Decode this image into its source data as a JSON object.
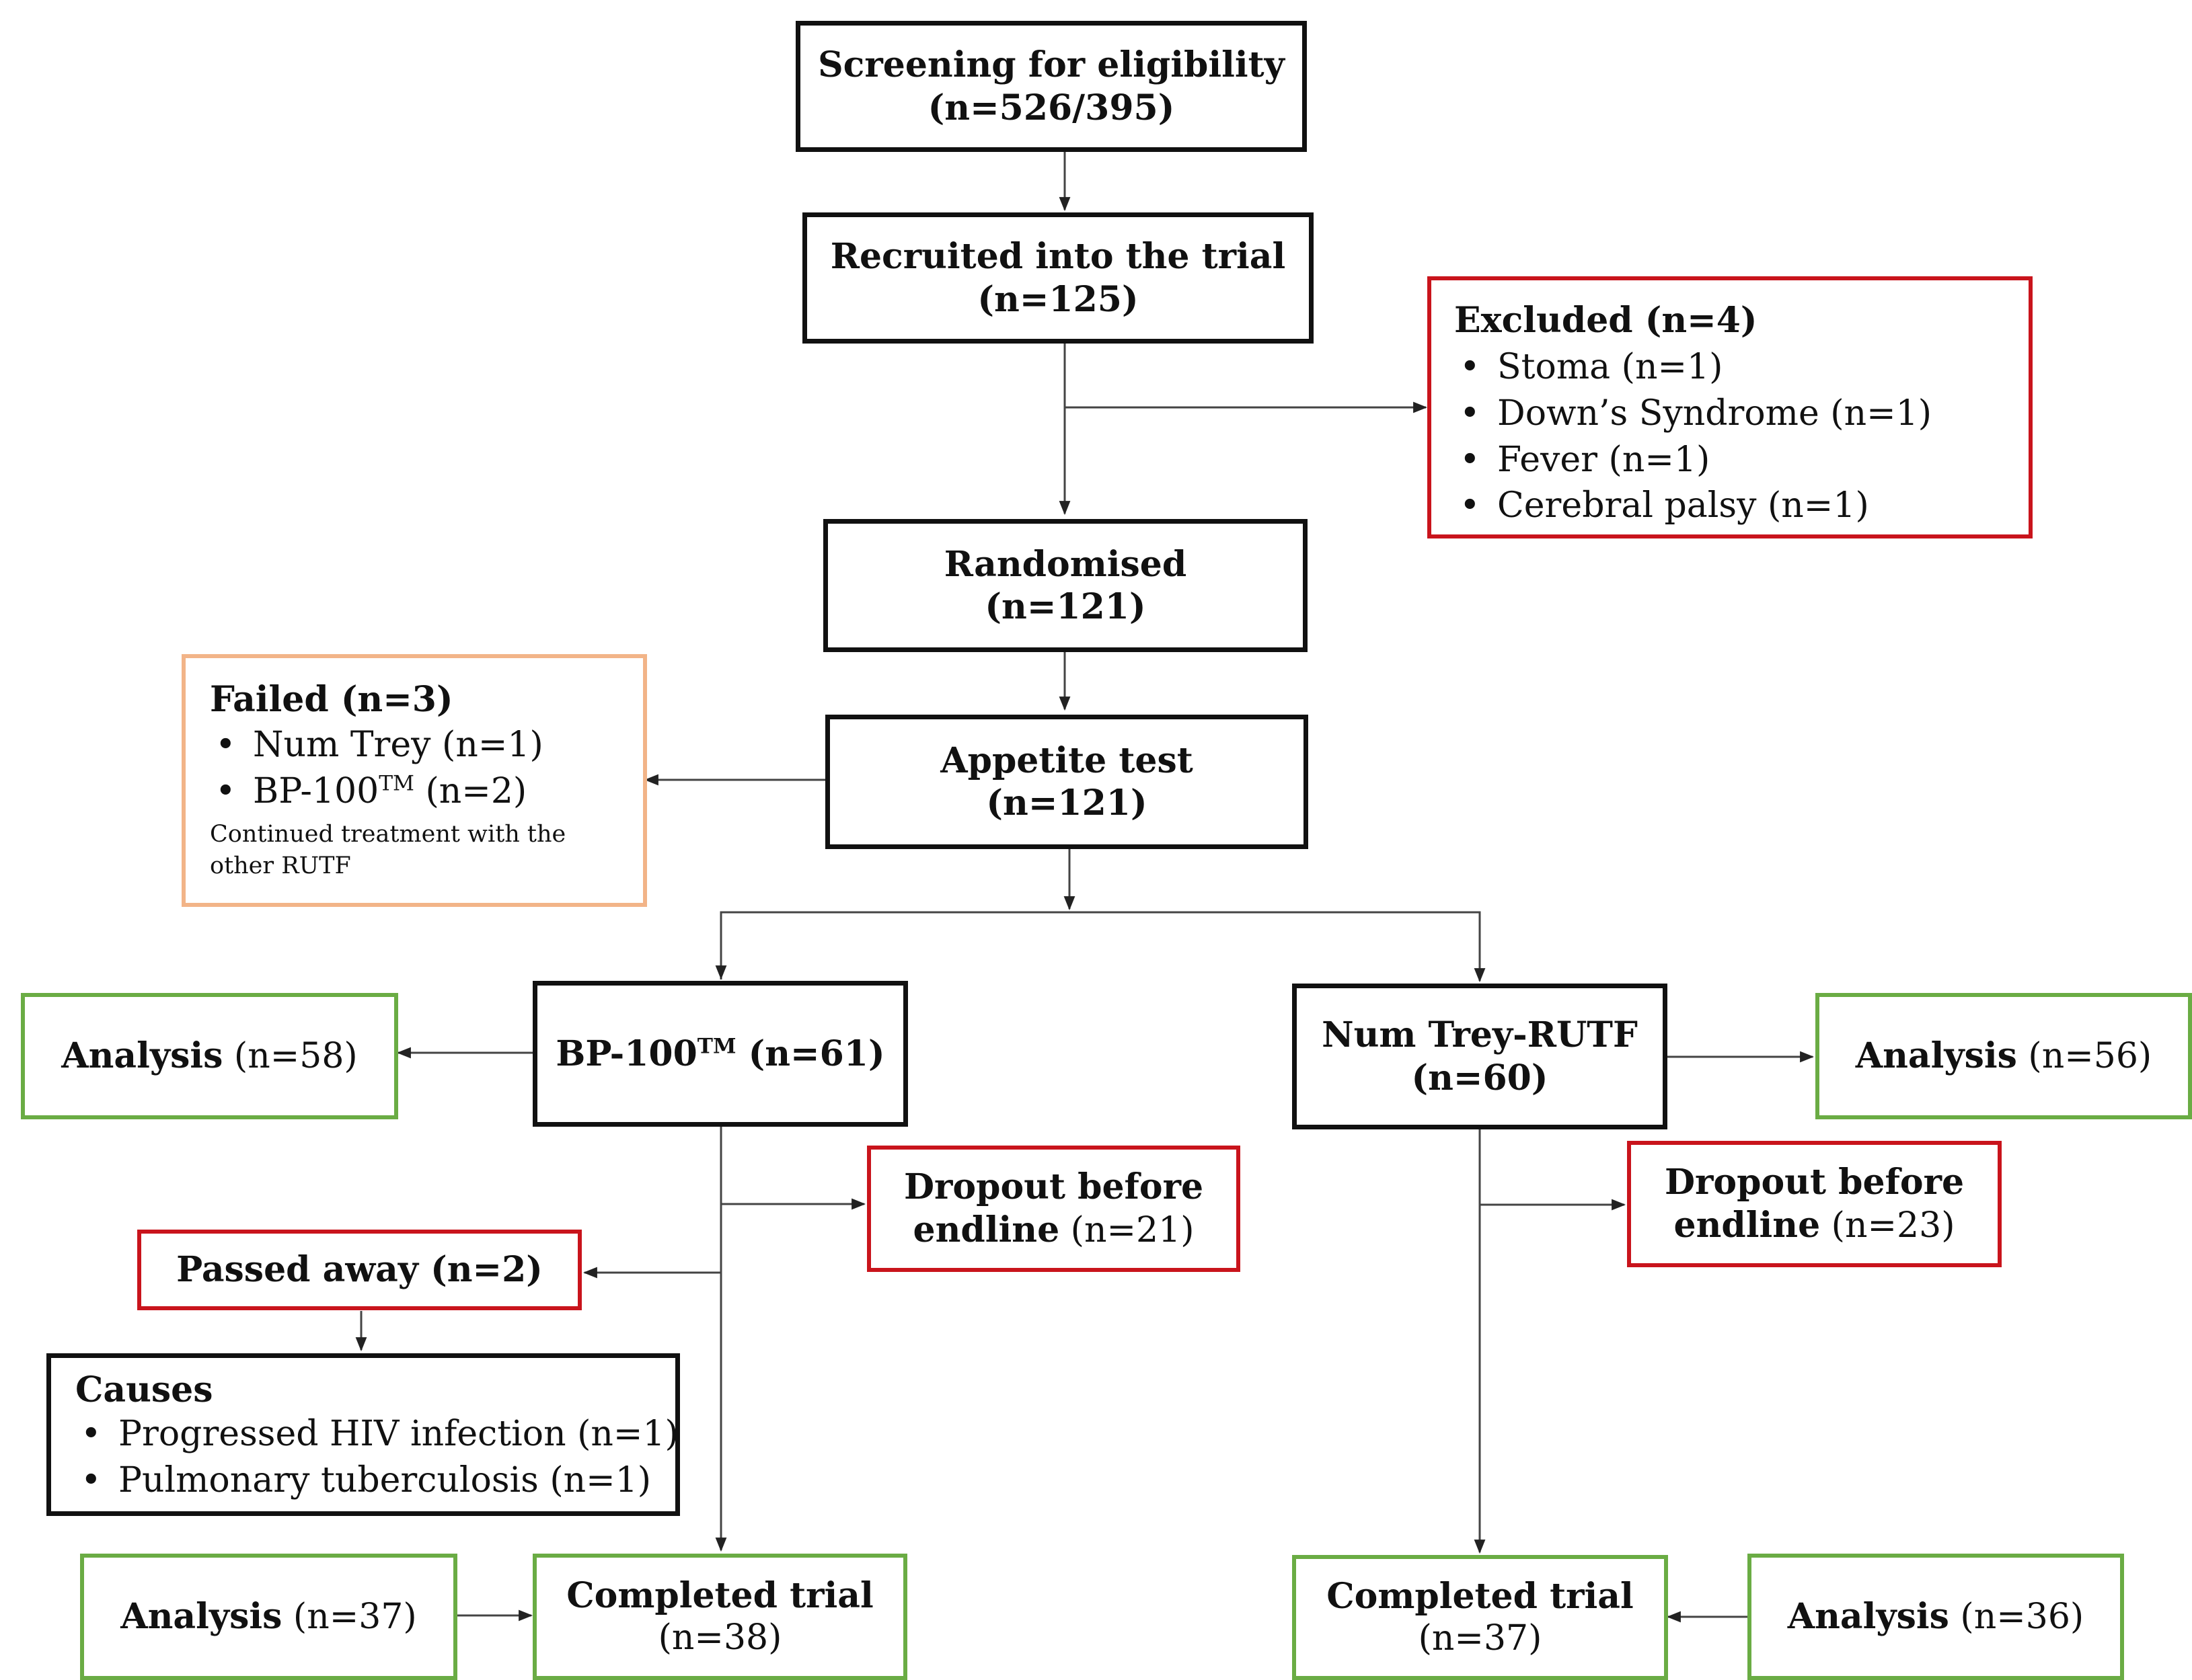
{
  "screening": {
    "title": "Screening for eligibility",
    "count": "(n=526/395)"
  },
  "recruited": {
    "title": "Recruited into the trial",
    "count": "(n=125)"
  },
  "excluded": {
    "title": "Excluded (n=4)",
    "items": [
      "Stoma (n=1)",
      "Down’s Syndrome (n=1)",
      "Fever (n=1)",
      "Cerebral palsy (n=1)"
    ]
  },
  "randomised": {
    "title": "Randomised",
    "count": "(n=121)"
  },
  "failed": {
    "title": "Failed (n=3)",
    "item1": "Num Trey (n=1)",
    "item2_name": "BP-100",
    "item2_tm": "TM",
    "item2_count": " (n=2)",
    "note": "Continued treatment with the other RUTF"
  },
  "appetite": {
    "title": "Appetite test",
    "count": "(n=121)"
  },
  "bp_arm": {
    "title": "BP-100",
    "tm": "TM",
    "count": " (n=61)",
    "analysis": {
      "label": "Analysis",
      "count": " (n=58)"
    },
    "dropout": {
      "line1": "Dropout before",
      "line2": "endline",
      "count": " (n=21)"
    },
    "passed": {
      "title": "Passed away (n=2)"
    },
    "causes": {
      "title": "Causes",
      "items": [
        "Progressed HIV infection (n=1)",
        "Pulmonary tuberculosis (n=1)"
      ]
    },
    "completed": {
      "title": "Completed trial",
      "count": "(n=38)"
    },
    "final_analysis": {
      "label": "Analysis",
      "count": " (n=37)"
    }
  },
  "nt_arm": {
    "title": "Num Trey-RUTF",
    "count": "(n=60)",
    "analysis": {
      "label": "Analysis",
      "count": " (n=56)"
    },
    "dropout": {
      "line1": "Dropout before",
      "line2": "endline",
      "count": " (n=23)"
    },
    "completed": {
      "title": "Completed trial",
      "count": "(n=37)"
    },
    "final_analysis": {
      "label": "Analysis",
      "count": " (n=36)"
    }
  },
  "colors": {
    "black_border": "#111111",
    "red_border": "#c9141c",
    "green_border": "#6aac44",
    "orange_border": "#f2b488",
    "connector": "#444444"
  }
}
